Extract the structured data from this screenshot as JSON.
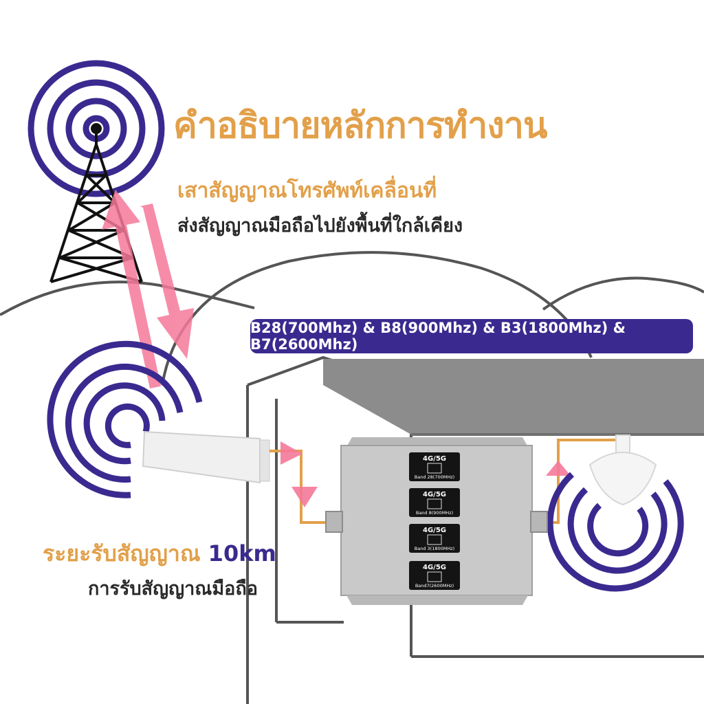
{
  "title": "คำอธิบายหลักการทำงาน",
  "tower": {
    "heading": "เสาสัญญาณโทรศัพท์เคลื่อนที่",
    "description": "ส่งสัญญาณมือถือไปยังพื้นที่ใกล้เคียง"
  },
  "bands_banner": "B28(700Mhz) & B8(900Mhz) & B3(1800Mhz) & B7(2600Mhz)",
  "range": {
    "label": "ระยะรับสัญญาณ",
    "value": "10km",
    "description": "การรับสัญญาณมือถือ"
  },
  "repeater": {
    "badge": "4G/5G",
    "bands": [
      "Band 28(700MHz)",
      "Band 8(900MHz)",
      "Band 3(1800MHz)",
      "Band7(2600MHz)"
    ]
  },
  "colors": {
    "accent_orange": "#e2a04a",
    "brand_purple": "#3a2a8f",
    "signal_pink": "#f5799a",
    "roof_gray": "#8c8c8c",
    "outline_gray": "#555555"
  },
  "icons": [
    "cell-tower-icon",
    "signal-waves-icon",
    "yagi-antenna-icon",
    "ceiling-antenna-icon",
    "signal-repeater-icon"
  ]
}
